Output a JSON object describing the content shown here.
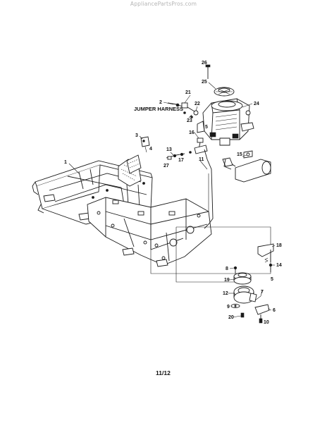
{
  "watermark": "AppliancePartsPros.com",
  "page_number": "11/12",
  "harness_label": "JUMPER HARNESS",
  "callouts": [
    "26",
    "25",
    "24",
    "21",
    "2",
    "22",
    "23",
    "3",
    "4",
    "16",
    "5",
    "13",
    "17",
    "27",
    "11",
    "15",
    "1",
    "18",
    "14",
    "8",
    "19",
    "5",
    "12",
    "7",
    "9",
    "6",
    "20",
    "10"
  ]
}
